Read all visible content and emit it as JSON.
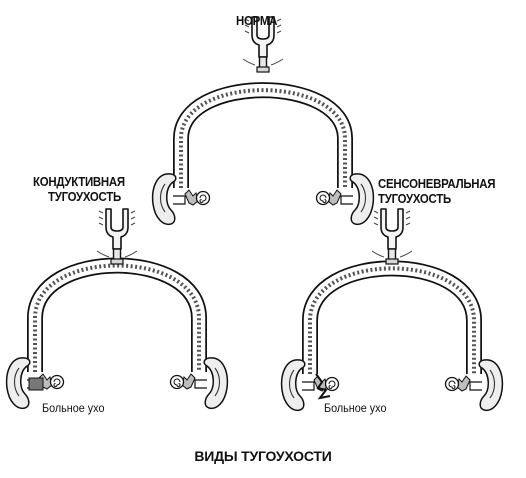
{
  "panels": [
    {
      "label_lines": [
        "НОРМА"
      ]
    },
    {
      "label_lines": [
        "КОНДУКТИВНАЯ",
        "ТУГОУХОСТЬ"
      ],
      "ear_label": "Больное ухо"
    },
    {
      "label_lines": [
        "СЕНСОНЕВРАЛЬНАЯ",
        "ТУГОУХОСТЬ"
      ],
      "ear_label": "Больное ухо"
    }
  ],
  "caption": "ВИДЫ ТУГОУХОСТИ"
}
